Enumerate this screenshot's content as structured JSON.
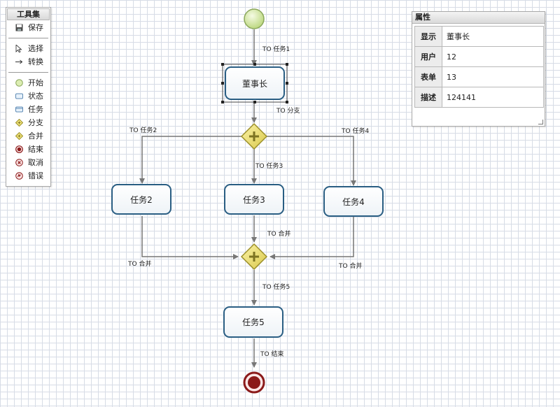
{
  "toolbox": {
    "title": "工具集",
    "save": "保存",
    "select": "选择",
    "transition": "转换",
    "start": "开始",
    "state": "状态",
    "task": "任务",
    "fork": "分支",
    "join": "合并",
    "end": "结束",
    "cancel": "取消",
    "error": "错误"
  },
  "properties": {
    "title": "属性",
    "rows": [
      {
        "key": "显示",
        "value": "董事长"
      },
      {
        "key": "用户",
        "value": "12"
      },
      {
        "key": "表单",
        "value": "13"
      },
      {
        "key": "描述",
        "value": "124141"
      }
    ]
  },
  "flow": {
    "nodes": {
      "chairman": "董事长",
      "task2": "任务2",
      "task3": "任务3",
      "task4": "任务4",
      "task5": "任务5"
    },
    "edges": {
      "to_task1": "TO 任务1",
      "to_fork": "TO 分支",
      "to_task2": "TO 任务2",
      "to_task3": "TO 任务3",
      "to_task4": "TO 任务4",
      "to_join_left": "TO 合并",
      "to_join_mid": "TO 合并",
      "to_join_right": "TO 合并",
      "to_task5": "TO 任务5",
      "to_end": "TO 结束"
    }
  }
}
